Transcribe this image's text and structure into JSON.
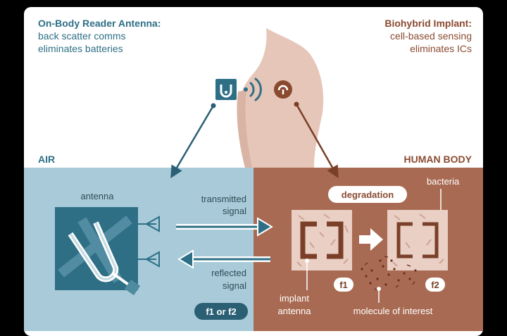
{
  "reader": {
    "title": "On-Body Reader Antenna:",
    "line1": "back scatter comms",
    "line2": "eliminates batteries"
  },
  "implant": {
    "title": "Biohybrid Implant:",
    "line1": "cell-based sensing",
    "line2": "eliminates ICs"
  },
  "regions": {
    "air": "AIR",
    "body": "HUMAN BODY"
  },
  "labels": {
    "antenna": "antenna",
    "transmitted_1": "transmitted",
    "transmitted_2": "signal",
    "reflected_1": "reflected",
    "reflected_2": "signal",
    "freq_badge": "f1 or f2",
    "degradation": "degradation",
    "bacteria": "bacteria",
    "f1": "f1",
    "f2": "f2",
    "implant_1": "implant",
    "implant_2": "antenna",
    "molecule": "molecule of interest"
  },
  "colors": {
    "teal": "#2e6f86",
    "teal_dark": "#2a5f74",
    "air_bg": "#a9cbd9",
    "body_bg": "#a86a52",
    "rust": "#8a4a30",
    "skin": "#e6c6b8"
  }
}
